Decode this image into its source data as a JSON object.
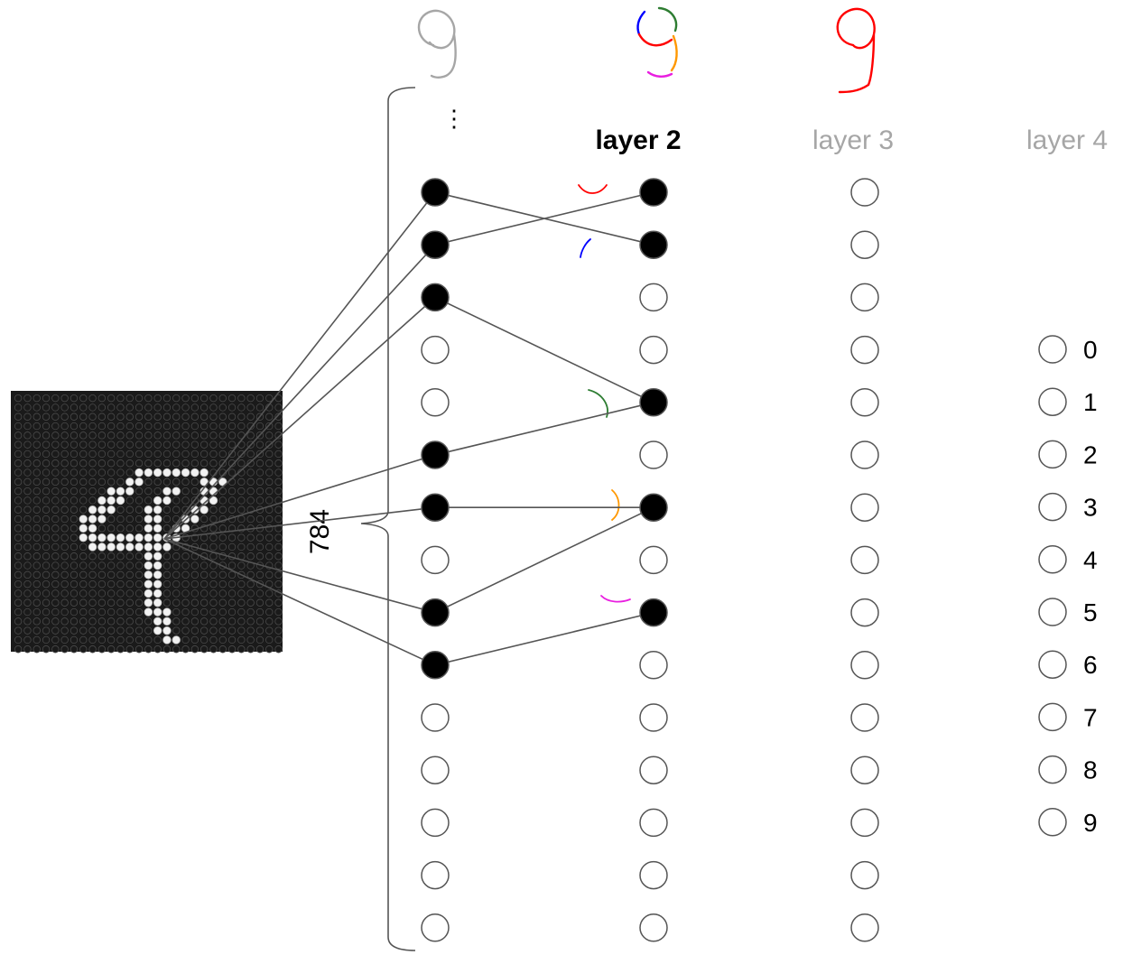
{
  "diagram": {
    "input_count_label": "784",
    "ellipsis": "⋮",
    "layers": [
      {
        "label": "",
        "emphasis": "none"
      },
      {
        "label": "layer 2",
        "emphasis": "active"
      },
      {
        "label": "layer 3",
        "emphasis": "muted"
      },
      {
        "label": "layer 4",
        "emphasis": "muted"
      }
    ],
    "output_labels": [
      "0",
      "1",
      "2",
      "3",
      "4",
      "5",
      "6",
      "7",
      "8",
      "9"
    ],
    "active_nodes": {
      "layer_1": [
        0,
        1,
        2,
        5,
        6,
        8,
        9
      ],
      "layer_2": [
        0,
        1,
        4,
        6,
        8
      ]
    },
    "connections_1_to_2": [
      [
        0,
        1
      ],
      [
        1,
        0
      ],
      [
        2,
        4
      ],
      [
        5,
        4
      ],
      [
        6,
        6
      ],
      [
        8,
        6
      ],
      [
        9,
        8
      ]
    ],
    "stroke_colors": {
      "input_digit": "#a6a6a6",
      "layer2_digit": [
        "#0000ff",
        "#2e7d32",
        "#ff9800",
        "#e91ee0"
      ],
      "layer3_digit": "#ff0000"
    },
    "colors": {
      "node_active": "#000000",
      "node_inactive": "#ffffff",
      "node_outline": "#555555",
      "connection": "#555555",
      "image_background": "#1a1a1a"
    }
  }
}
